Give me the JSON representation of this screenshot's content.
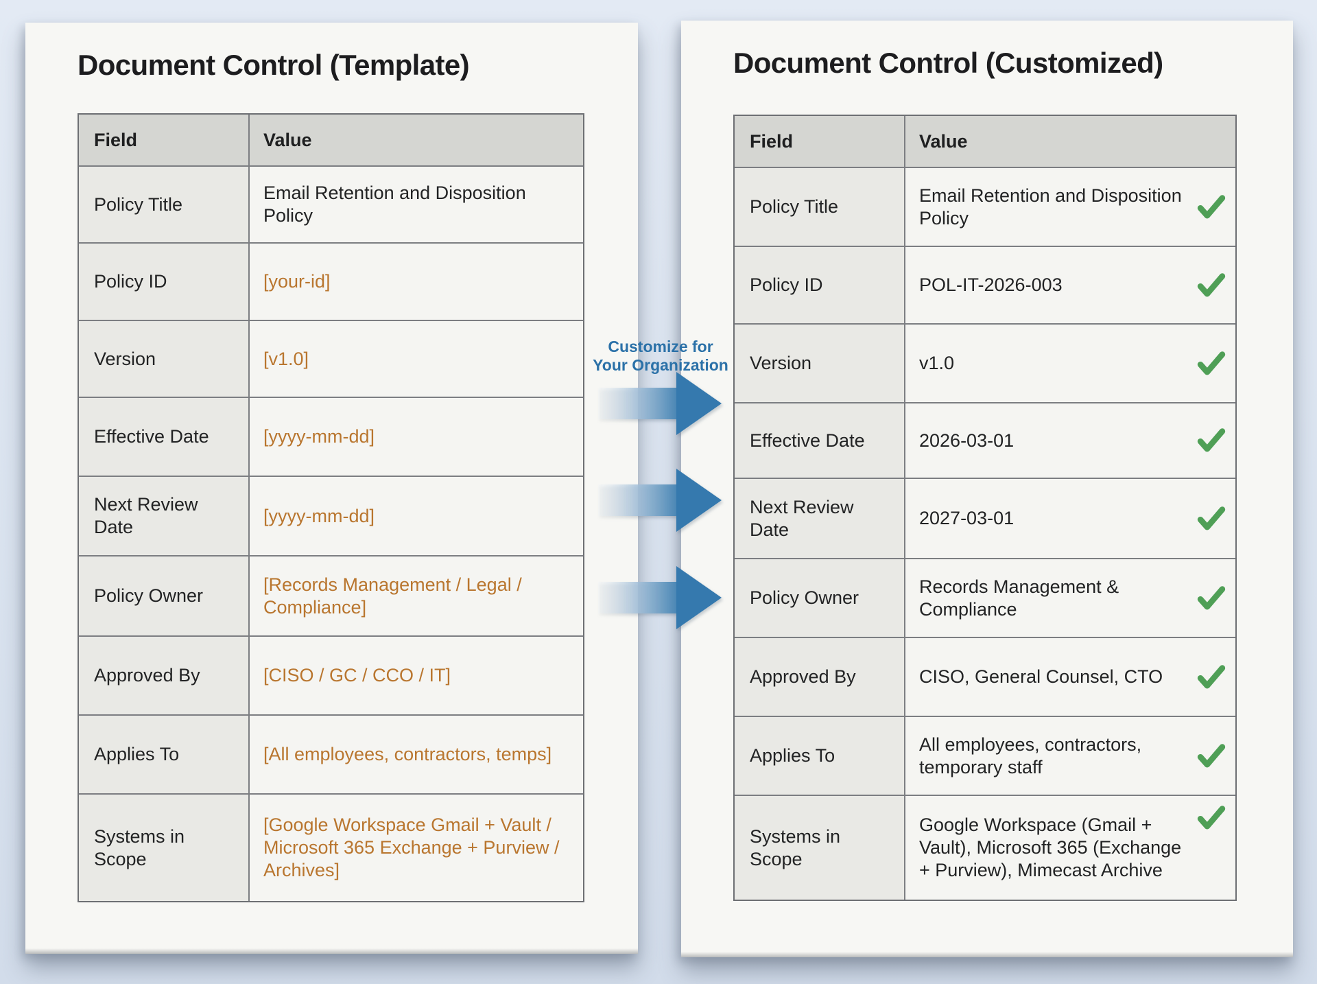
{
  "left_page": {
    "title": "Document Control (Template)",
    "table": {
      "headers": {
        "field": "Field",
        "value": "Value"
      },
      "rows": [
        {
          "field": "Policy Title",
          "value": "Email Retention and Disposition Policy",
          "placeholder": false
        },
        {
          "field": "Policy ID",
          "value": "[your-id]",
          "placeholder": true
        },
        {
          "field": "Version",
          "value": "[v1.0]",
          "placeholder": true
        },
        {
          "field": "Effective Date",
          "value": "[yyyy-mm-dd]",
          "placeholder": true
        },
        {
          "field": "Next Review Date",
          "value": "[yyyy-mm-dd]",
          "placeholder": true
        },
        {
          "field": "Policy Owner",
          "value": "[Records Management / Legal / Compliance]",
          "placeholder": true
        },
        {
          "field": "Approved By",
          "value": "[CISO / GC / CCO / IT]",
          "placeholder": true
        },
        {
          "field": "Applies To",
          "value": "[All employees, contractors, temps]",
          "placeholder": true
        },
        {
          "field": "Systems in Scope",
          "value": "[Google Workspace Gmail + Vault / Microsoft 365 Exchange + Purview / Archives]",
          "placeholder": true
        }
      ]
    }
  },
  "right_page": {
    "title": "Document Control (Customized)",
    "table": {
      "headers": {
        "field": "Field",
        "value": "Value"
      },
      "rows": [
        {
          "field": "Policy Title",
          "value": "Email Retention and Disposition Policy",
          "check": true
        },
        {
          "field": "Policy ID",
          "value": "POL-IT-2026-003",
          "check": true
        },
        {
          "field": "Version",
          "value": "v1.0",
          "check": true
        },
        {
          "field": "Effective Date",
          "value": "2026-03-01",
          "check": true
        },
        {
          "field": "Next Review Date",
          "value": "2027-03-01",
          "check": true
        },
        {
          "field": "Policy Owner",
          "value": "Records Management & Compliance",
          "check": true
        },
        {
          "field": "Approved By",
          "value": "CISO, General Counsel, CTO",
          "check": true
        },
        {
          "field": "Applies To",
          "value": "All employees, contractors, temporary staff",
          "check": true
        },
        {
          "field": "Systems in Scope",
          "value": "Google Workspace (Gmail + Vault), Microsoft 365 (Exchange + Purview), Mimecast Archive",
          "check": true
        }
      ]
    }
  },
  "annotation": {
    "label_line1": "Customize for",
    "label_line2": "Your Organization",
    "arrow_count": 3
  },
  "colors": {
    "background": "#dae3ef",
    "page": "#f7f7f4",
    "header_cell": "#d5d6d2",
    "field_cell": "#e9e9e5",
    "value_cell": "#f5f5f2",
    "table_border": "#6d6f73",
    "placeholder_text": "#b9762f",
    "annotation_blue": "#2b71a8",
    "arrow_blue": "#3579ae",
    "check_green": "#4f9f56",
    "body_text": "#222324"
  }
}
